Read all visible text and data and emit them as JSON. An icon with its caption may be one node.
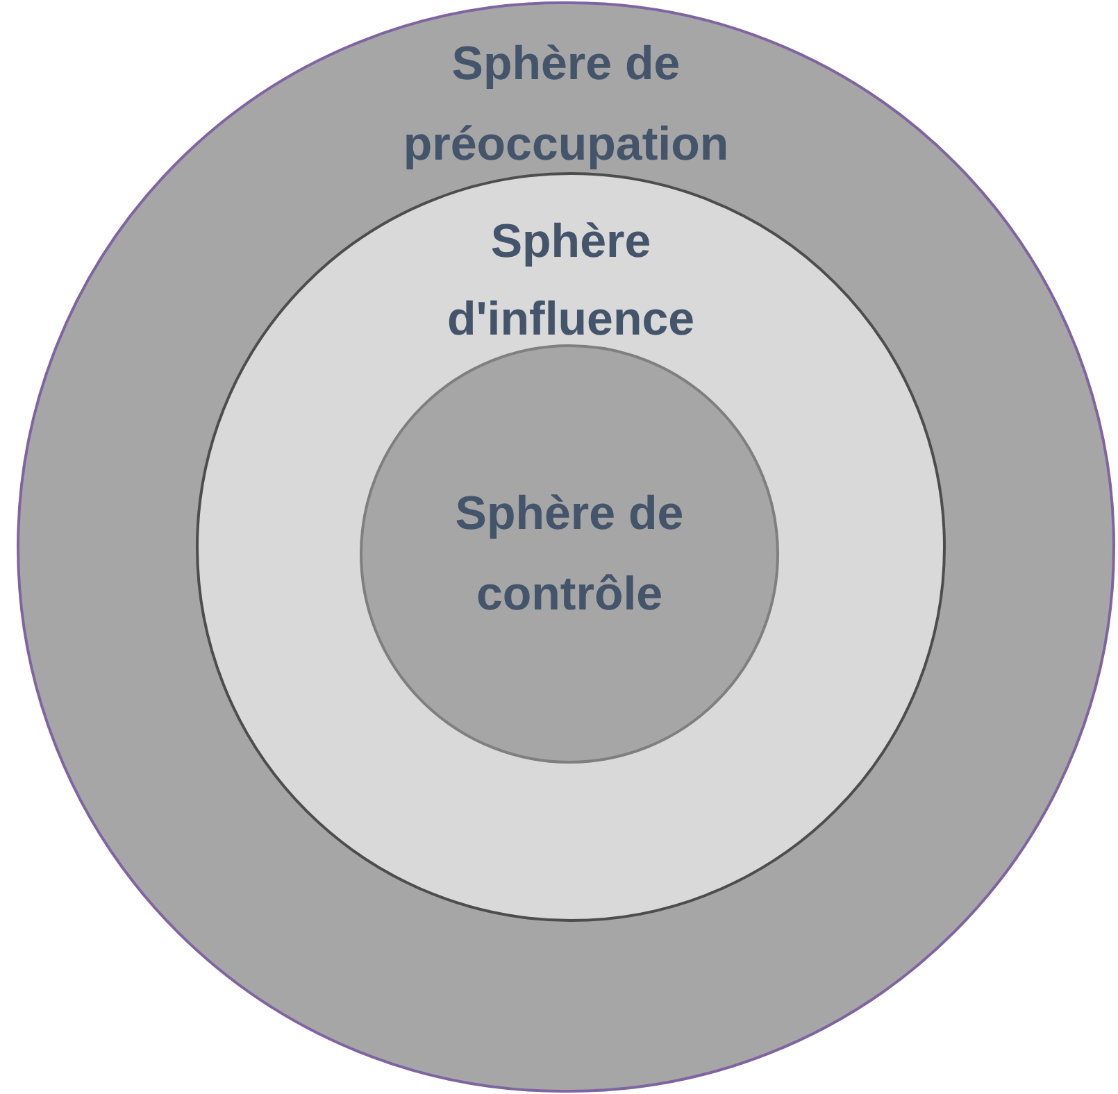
{
  "diagram": {
    "nodes": [
      {
        "text": [
          "Sphère de préoccupation"
        ]
      },
      {
        "text": [
          "Sphère d'influence"
        ],
        "in": 0
      },
      {
        "text": [
          "Sphère de contrôle"
        ],
        "in": 1
      }
    ]
  }
}
